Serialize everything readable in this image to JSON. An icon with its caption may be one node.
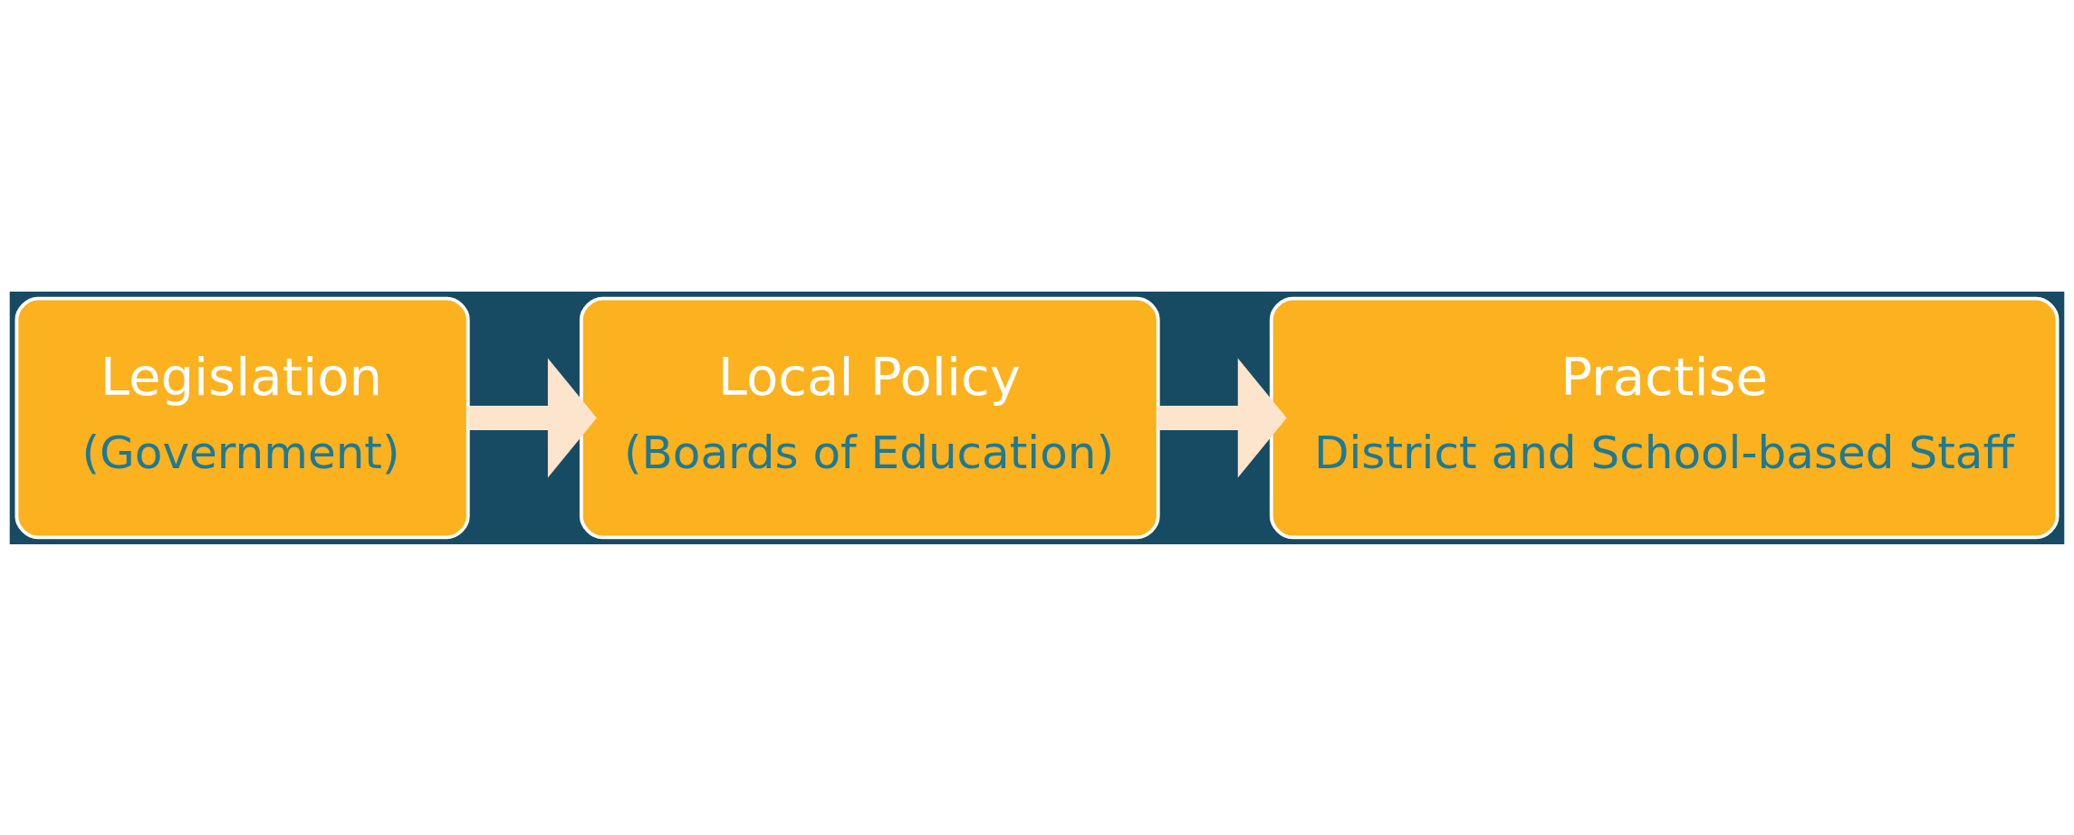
{
  "diagram": {
    "nodes": [
      {
        "text": [
          "Legislation",
          "(Government)"
        ]
      },
      {
        "text": [
          "Local Policy",
          "(Boards of Education)"
        ]
      },
      {
        "text": [
          "Practise",
          "District and School-based Staff"
        ]
      }
    ],
    "edges": [
      {
        "from": 0,
        "to": 1,
        "arrow": "to"
      },
      {
        "from": 1,
        "to": 2,
        "arrow": "to"
      }
    ]
  }
}
